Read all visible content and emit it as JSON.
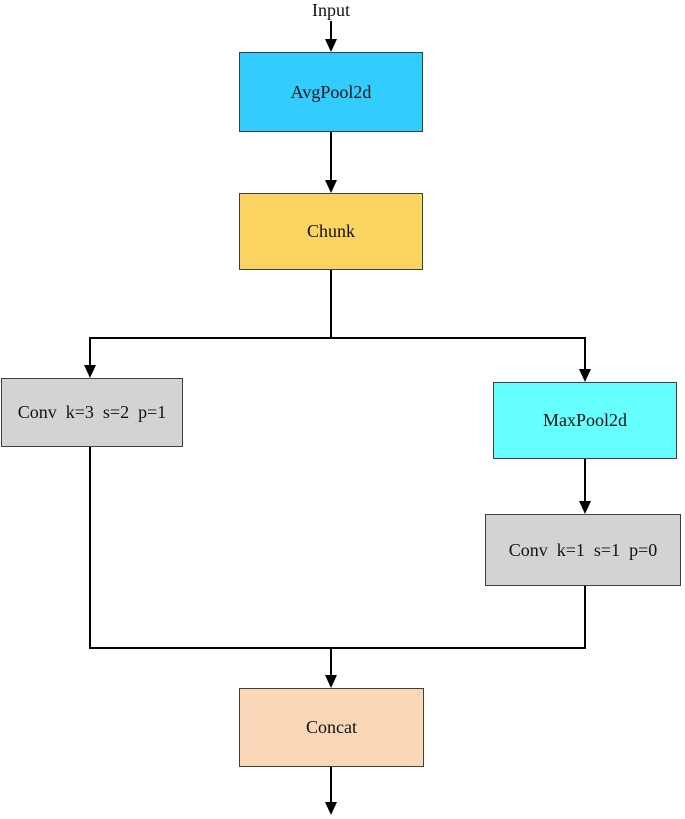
{
  "page": {
    "background_color": "#FFFFFF",
    "line_color": "#000000",
    "node_border_color": "#404040"
  },
  "diagram": {
    "input_label": "Input",
    "nodes": [
      {
        "id": "avgpool",
        "label": "AvgPool2d",
        "fill": "#33CCFF"
      },
      {
        "id": "chunk",
        "label": "Chunk",
        "fill": "#FCD462"
      },
      {
        "id": "conv-left",
        "label": "Conv  k=3  s=2  p=1",
        "fill": "#D3D3D3"
      },
      {
        "id": "maxpool",
        "label": "MaxPool2d",
        "fill": "#66FFFF"
      },
      {
        "id": "conv-right",
        "label": "Conv  k=1  s=1  p=0",
        "fill": "#D3D3D3"
      },
      {
        "id": "concat",
        "label": "Concat",
        "fill": "#F9D6B6"
      }
    ],
    "edges": [
      {
        "from": "input",
        "to": "avgpool"
      },
      {
        "from": "avgpool",
        "to": "chunk"
      },
      {
        "from": "chunk",
        "to": "conv-left"
      },
      {
        "from": "chunk",
        "to": "maxpool"
      },
      {
        "from": "maxpool",
        "to": "conv-right"
      },
      {
        "from": "conv-left",
        "to": "concat"
      },
      {
        "from": "conv-right",
        "to": "concat"
      },
      {
        "from": "concat",
        "to": "output"
      }
    ]
  }
}
